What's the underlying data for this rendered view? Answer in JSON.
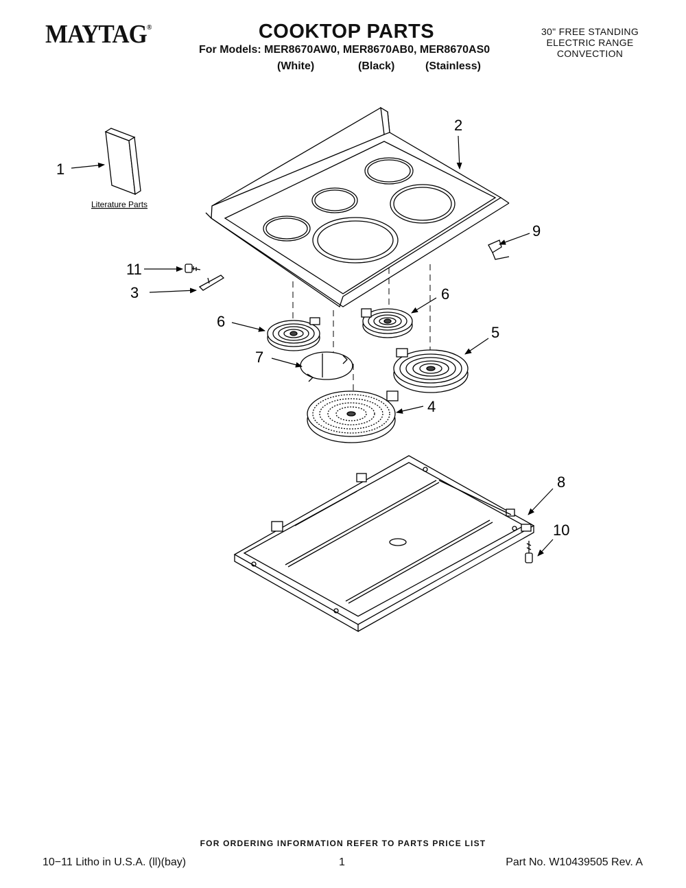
{
  "header": {
    "brand": "MAYTAG",
    "brand_mark": "®",
    "title": "COOKTOP PARTS",
    "models_line": "For Models: MER8670AW0, MER8670AB0, MER8670AS0",
    "variants": [
      "(White)",
      "(Black)",
      "(Stainless)"
    ],
    "subject_lines": [
      "30\" FREE STANDING",
      "ELECTRIC RANGE",
      "CONVECTION"
    ]
  },
  "diagram": {
    "literature_label": "Literature Parts",
    "callouts": [
      "1",
      "2",
      "3",
      "4",
      "5",
      "6",
      "6",
      "7",
      "8",
      "9",
      "10",
      "11"
    ]
  },
  "footer": {
    "ordering": "FOR ORDERING INFORMATION REFER TO PARTS PRICE LIST",
    "litho": "10−11 Litho in U.S.A. (ll)(bay)",
    "page": "1",
    "part_no": "Part No. W10439505 Rev. A"
  }
}
